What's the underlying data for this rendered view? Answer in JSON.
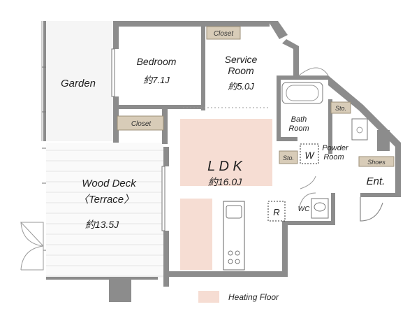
{
  "rooms": {
    "garden": "Garden",
    "bedroom": "Bedroom",
    "bedroom_area": "約7.1J",
    "service_room_1": "Service",
    "service_room_2": "Room",
    "service_room_area": "約5.0J",
    "ldk": "L D K",
    "ldk_area": "約16.0J",
    "wood_deck": "Wood Deck",
    "terrace": "〈Terrace〉",
    "wood_deck_area": "約13.5J",
    "bath_1": "Bath",
    "bath_2": "Room",
    "powder_1": "Powder",
    "powder_2": "Room",
    "entrance": "Ent.",
    "wc": "WC"
  },
  "storage": {
    "closet_top": "Closet",
    "closet_left": "Closet",
    "sto_top": "Sto.",
    "sto_mid": "Sto.",
    "shoes": "Shoes",
    "w": "W",
    "r": "R"
  },
  "legend": {
    "heating_floor": "Heating Floor",
    "heating_color": "#f6ddd3"
  }
}
